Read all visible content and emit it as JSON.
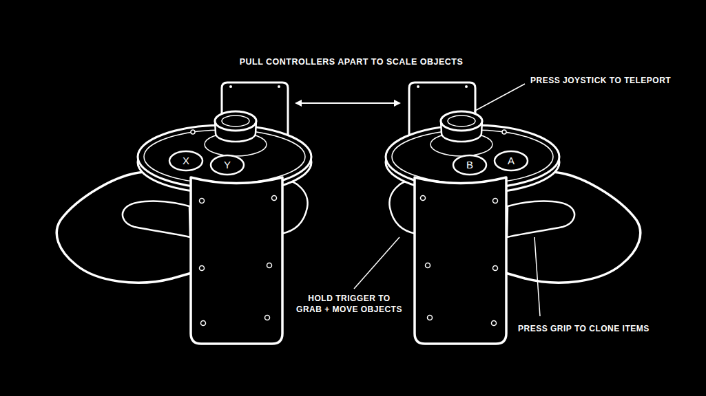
{
  "diagram": {
    "labels": [
      "PULL CONTROLLERS APART TO SCALE OBJECTS",
      "PRESS JOYSTICK TO TELEPORT",
      "HOLD TRIGGER TO GRAB + MOVE OBJECTS",
      "PRESS GRIP TO CLONE ITEMS",
      "X",
      "Y",
      "B",
      "A"
    ]
  }
}
